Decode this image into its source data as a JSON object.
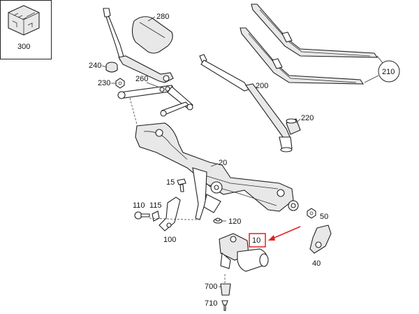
{
  "callouts": {
    "c300": "300",
    "c280": "280",
    "c240": "240",
    "c260": "260",
    "c230": "230",
    "c200": "200",
    "c210": "210",
    "c220": "220",
    "c20": "20",
    "c15": "15",
    "c110": "110",
    "c115": "115",
    "c120": "120",
    "c100": "100",
    "c10": "10",
    "c50": "50",
    "c40": "40",
    "c700": "700",
    "c710": "710"
  },
  "colors": {
    "highlight": "#e02020",
    "line": "#333333"
  }
}
